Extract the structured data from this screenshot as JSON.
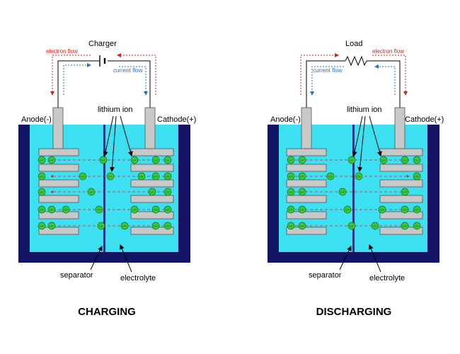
{
  "panels": [
    {
      "id": "charging",
      "caption": "CHARGING",
      "device_label": "Charger",
      "device_icon": "battery-symbol-icon",
      "electron_flow_label": "electron flow",
      "current_flow_label": "current flow",
      "anode_label": "Anode(-)",
      "cathode_label": "Cathode(+)",
      "lithium_ion_label": "lithium ion",
      "separator_label": "separator",
      "electrolyte_label": "electrolyte",
      "ion_symbol": "Li+",
      "ion_direction": "toward-anode"
    },
    {
      "id": "discharging",
      "caption": "DISCHARGING",
      "device_label": "Load",
      "device_icon": "resistor-icon",
      "electron_flow_label": "electron flow",
      "current_flow_label": "current flow",
      "anode_label": "Anode(-)",
      "cathode_label": "Cathode(+)",
      "lithium_ion_label": "lithium ion",
      "separator_label": "separator",
      "electrolyte_label": "electrolyte",
      "ion_symbol": "Li+",
      "ion_direction": "toward-cathode"
    }
  ],
  "colors": {
    "container": "#141464",
    "electrolyte": "#3ce0f0",
    "plate": "#c8c8c8",
    "ion": "#3cc83c",
    "electron_flow": "#d42020",
    "current_flow": "#2a6fc2",
    "ion_path": "#e02020",
    "separator": "#1a3c8c"
  }
}
